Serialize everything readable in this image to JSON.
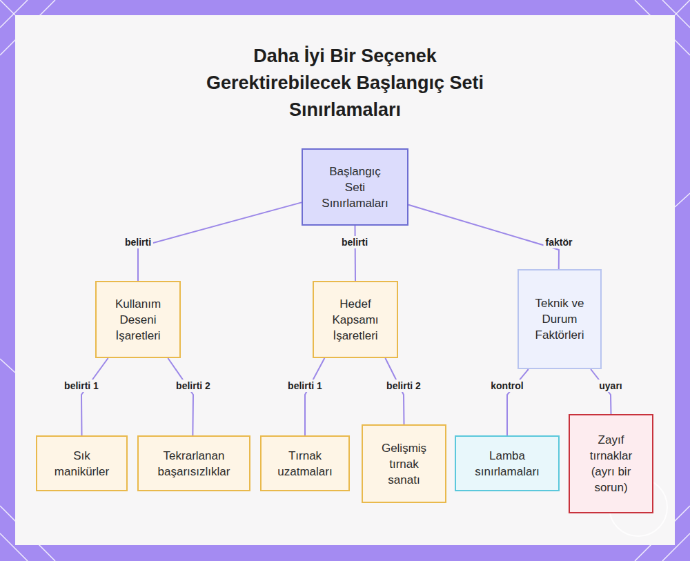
{
  "diagram": {
    "title": "Daha İyi Bir Seçenek Gerektirebilecek Başlangıç Seti Sınırlamaları",
    "nodes": [
      {
        "text": [
          "Başlangıç Seti Sınırlamaları"
        ]
      },
      {
        "text": [
          "Kullanım Deseni İşaretleri"
        ]
      },
      {
        "text": [
          "Hedef Kapsamı İşaretleri"
        ]
      },
      {
        "text": [
          "Teknik ve Durum Faktörleri"
        ]
      },
      {
        "text": [
          "Sık manikürler"
        ]
      },
      {
        "text": [
          "Tekrarlanan başarısızlıklar"
        ]
      },
      {
        "text": [
          "Tırnak uzatmaları"
        ]
      },
      {
        "text": [
          "Gelişmiş tırnak sanatı"
        ]
      },
      {
        "text": [
          "Lamba sınırlamaları"
        ]
      },
      {
        "text": [
          "Zayıf tırnaklar (ayrı bir sorun)"
        ]
      }
    ],
    "edges": [
      {
        "from": 0,
        "to": 1,
        "label": "belirti",
        "arrow": "none"
      },
      {
        "from": 0,
        "to": 2,
        "label": "belirti",
        "arrow": "none"
      },
      {
        "from": 0,
        "to": 3,
        "label": "faktör",
        "arrow": "none"
      },
      {
        "from": 1,
        "to": 4,
        "label": "belirti 1",
        "arrow": "none"
      },
      {
        "from": 1,
        "to": 5,
        "label": "belirti 2",
        "arrow": "none"
      },
      {
        "from": 2,
        "to": 6,
        "label": "belirti 1",
        "arrow": "none"
      },
      {
        "from": 2,
        "to": 7,
        "label": "belirti 2",
        "arrow": "none"
      },
      {
        "from": 3,
        "to": 8,
        "label": "kontrol",
        "arrow": "none"
      },
      {
        "from": 3,
        "to": 9,
        "label": "uyarı",
        "arrow": "none"
      }
    ]
  }
}
